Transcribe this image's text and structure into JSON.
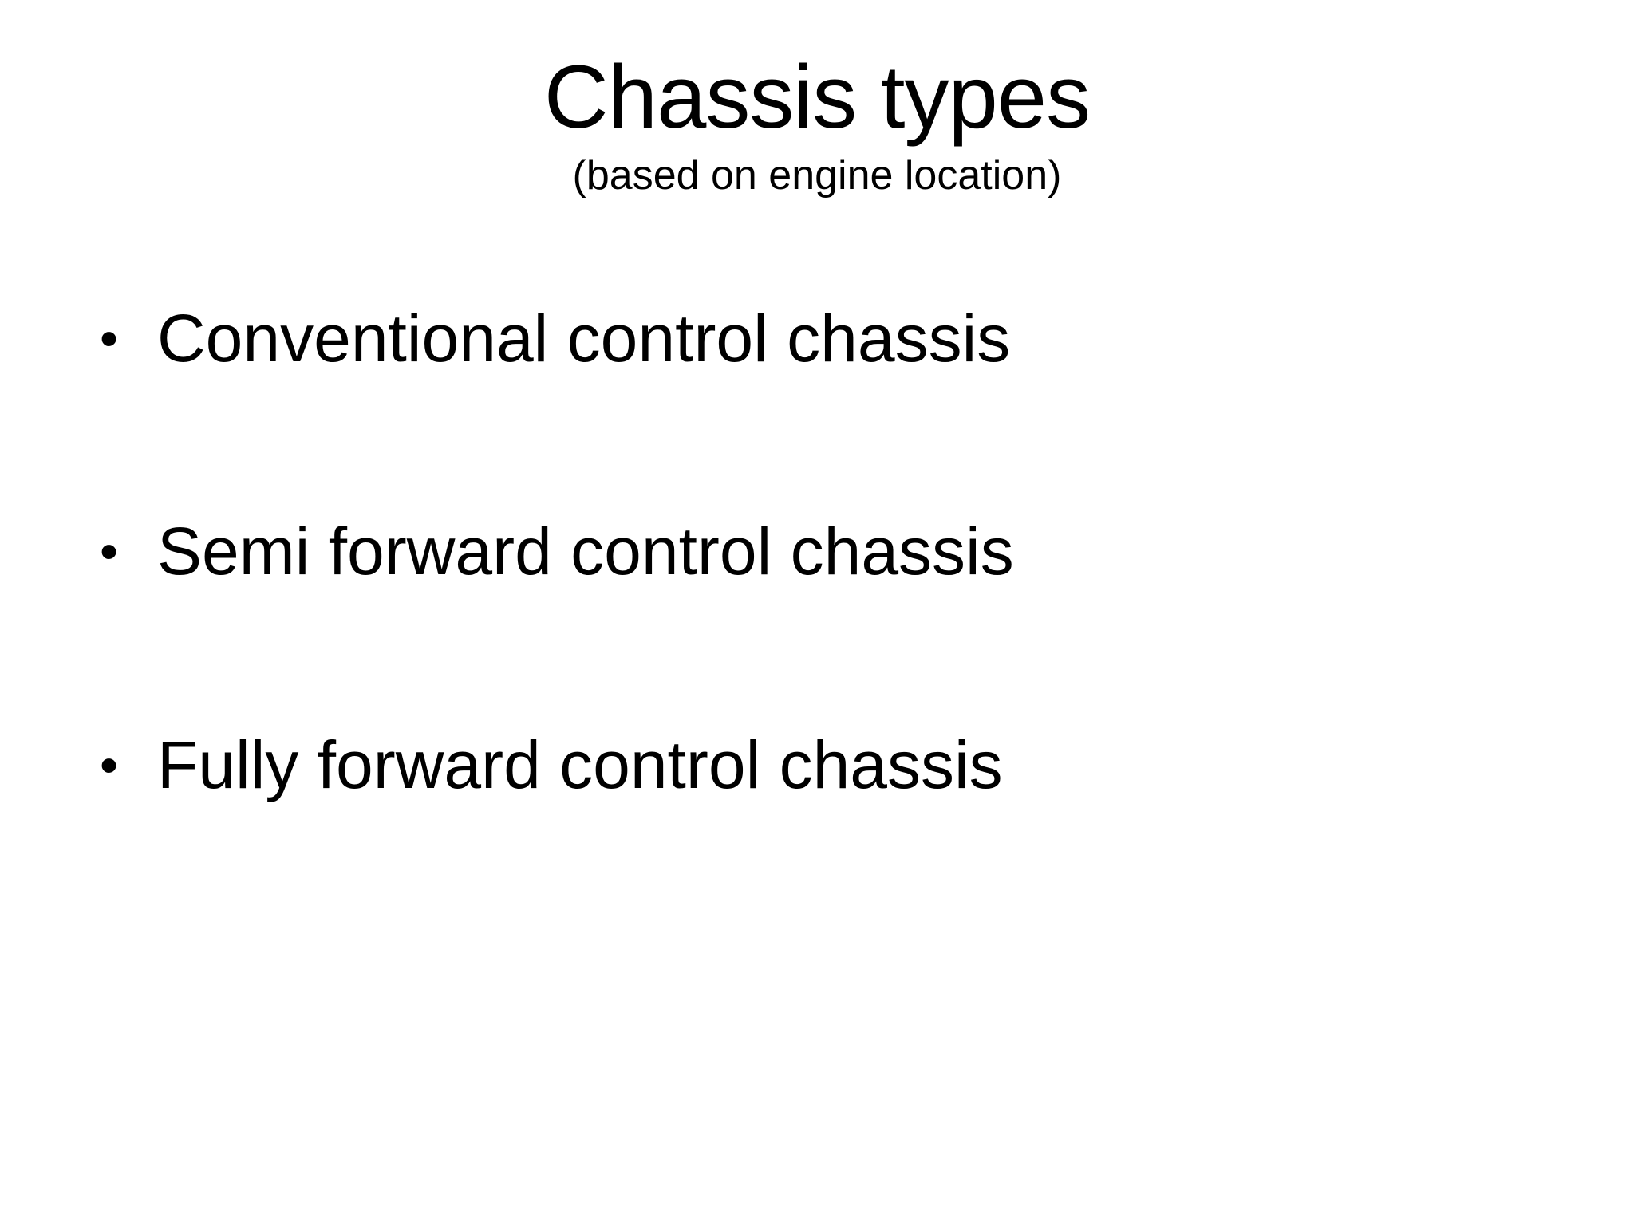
{
  "slide": {
    "title": "Chassis types",
    "subtitle": "(based on engine location)",
    "bullet_char": "•",
    "bullets": [
      "Conventional control chassis",
      "Semi forward control chassis",
      "Fully forward control chassis"
    ],
    "colors": {
      "background": "#ffffff",
      "text": "#000000"
    }
  }
}
